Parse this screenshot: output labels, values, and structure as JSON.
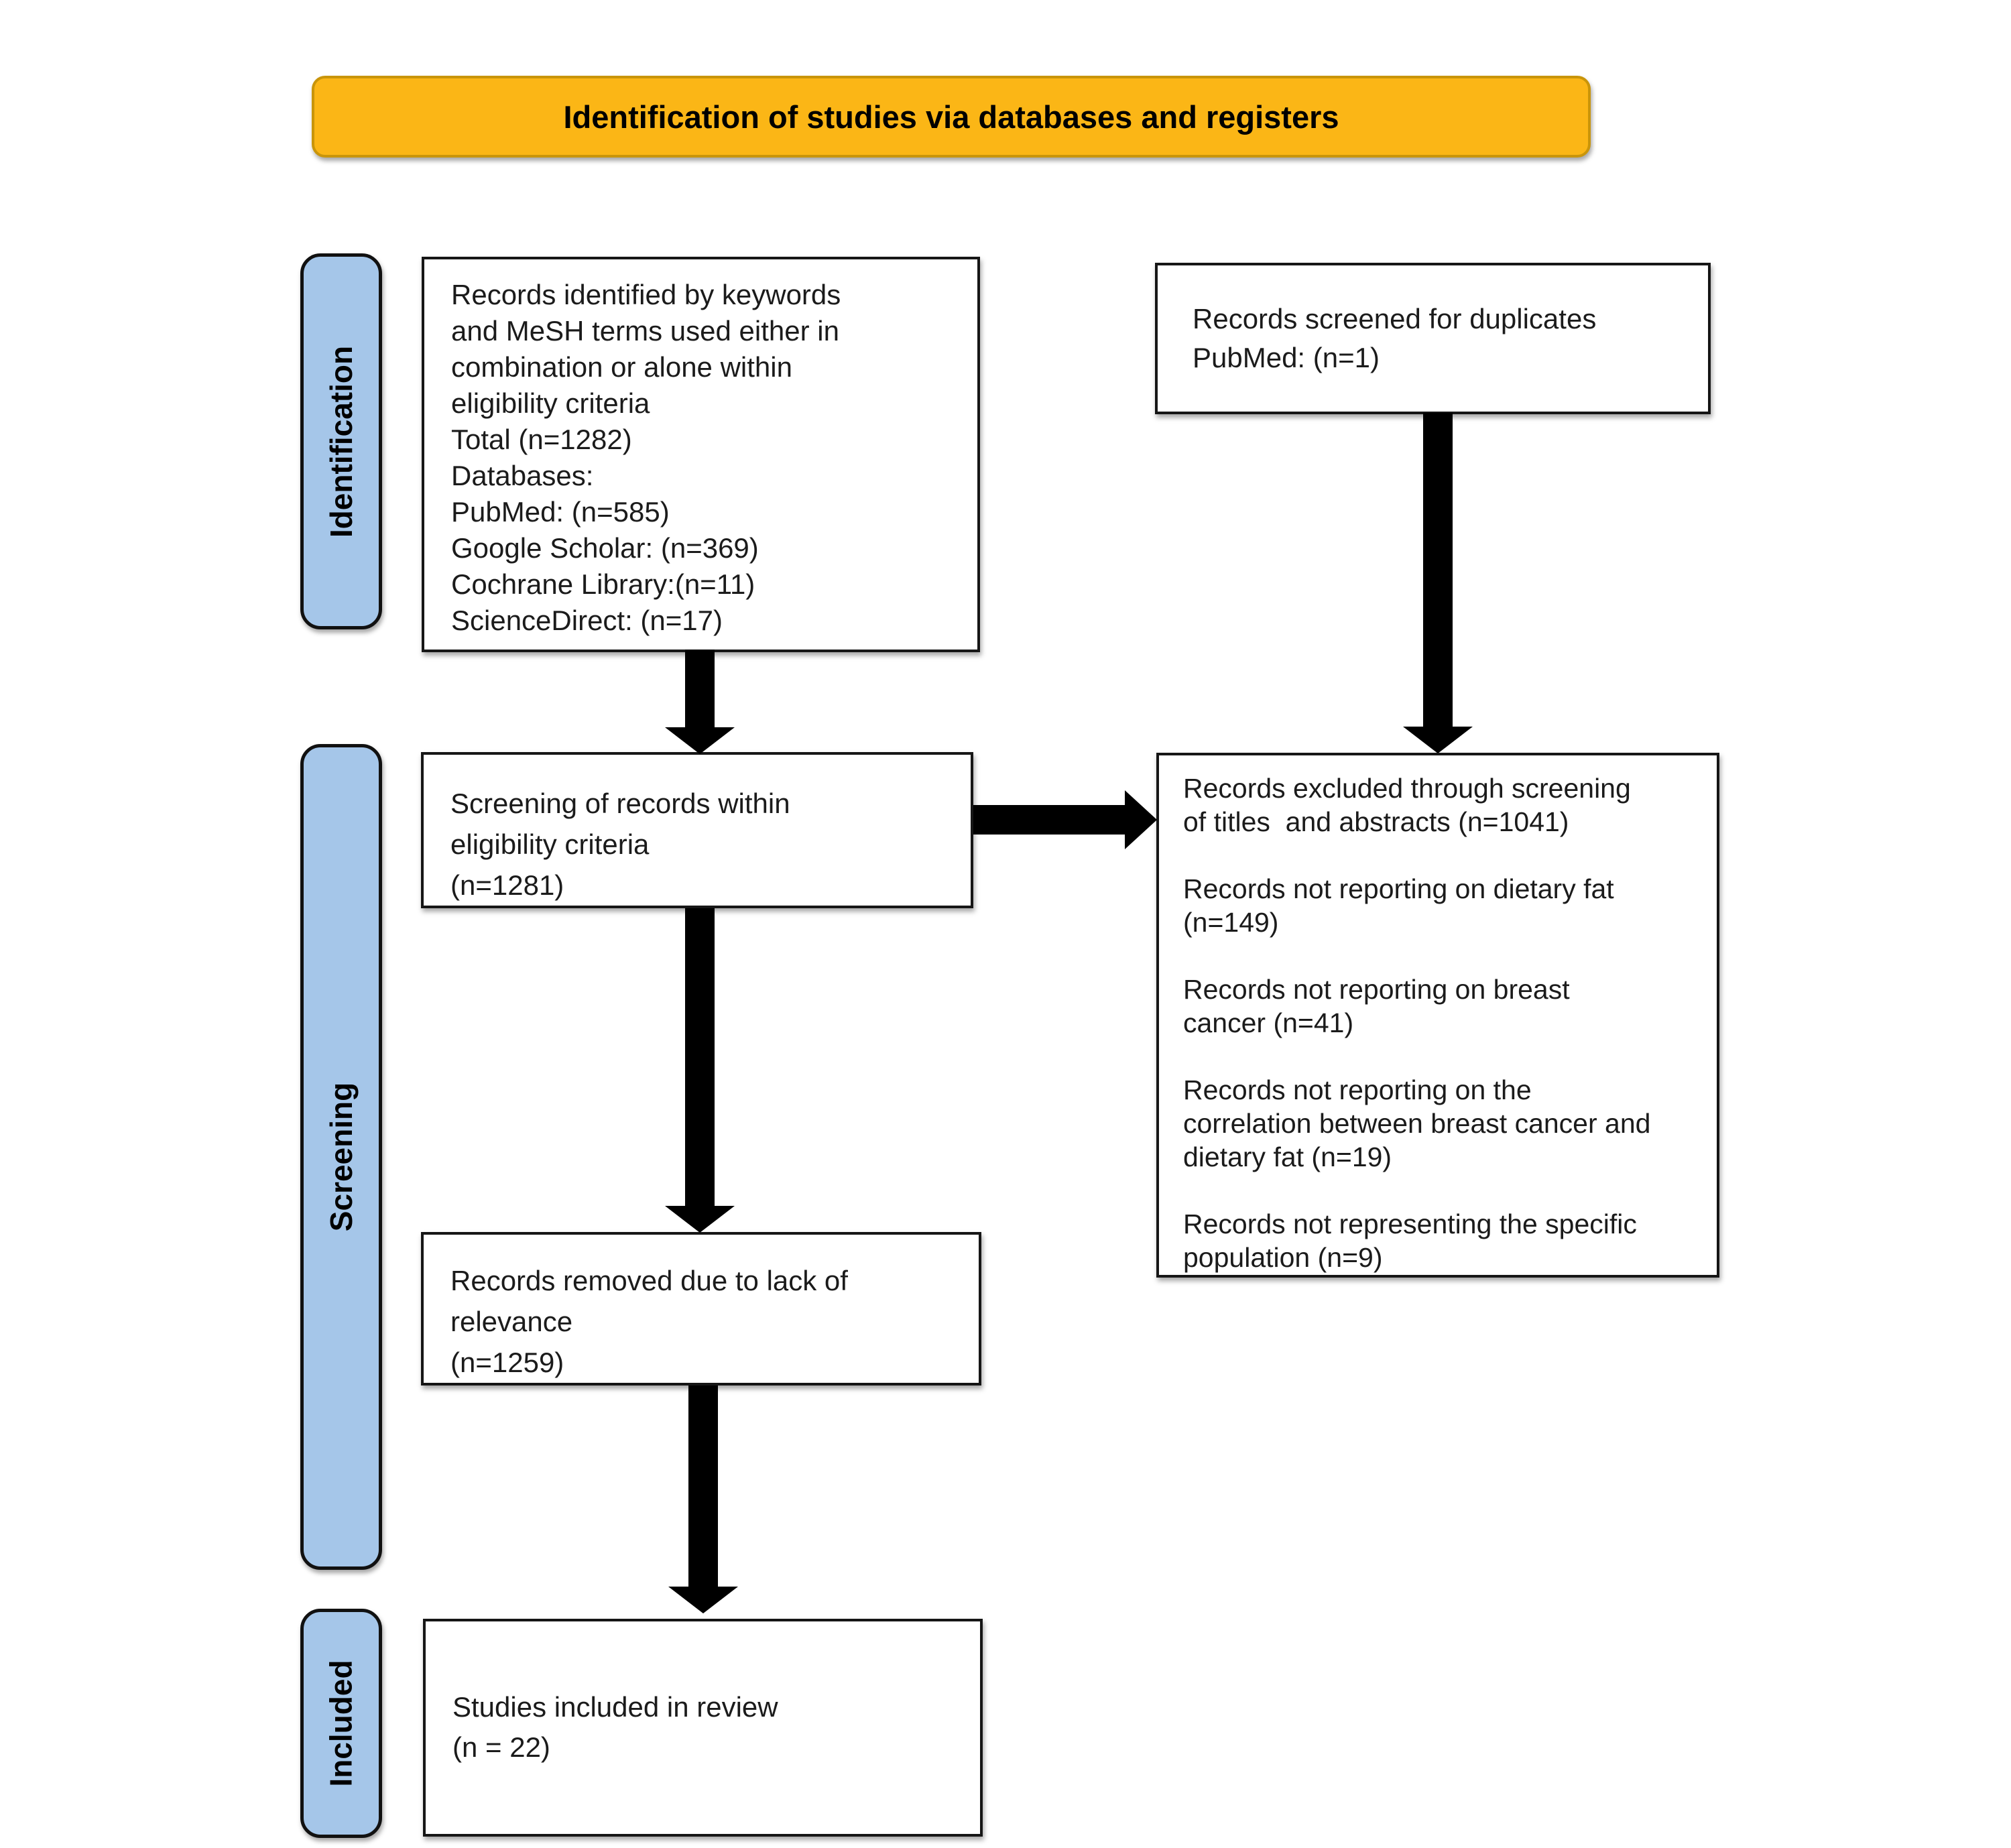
{
  "title": "Identification of studies via databases and registers",
  "stages": [
    {
      "label": "Identification"
    },
    {
      "label": "Screening"
    },
    {
      "label": "Included"
    }
  ],
  "boxes": {
    "identified": "Records identified by keywords\nand MeSH terms used either in\ncombination or alone within\neligibility criteria\nTotal (n=1282)\nDatabases:\nPubMed: (n=585)\nGoogle Scholar: (n=369)\nCochrane Library:(n=11)\nScienceDirect: (n=17)",
    "duplicates": "Records screened for duplicates\nPubMed: (n=1)",
    "screening": "Screening of records within\neligibility criteria\n(n=1281)",
    "excluded": "Records excluded through screening\nof titles  and abstracts (n=1041)\n\nRecords not reporting on dietary fat\n(n=149)\n\nRecords not reporting on breast\ncancer (n=41)\n\nRecords not reporting on the\ncorrelation between breast cancer and\ndietary fat (n=19)\n\nRecords not representing the specific\npopulation (n=9)",
    "removed": "Records removed due to lack of\nrelevance\n(n=1259)",
    "included": "Studies included in review\n(n = 22)"
  },
  "colors": {
    "title_bg": "#FBB616",
    "title_border": "#C9950A",
    "stage_bg": "#A5C6E9",
    "stage_border": "#111111",
    "box_bg": "#FFFFFF",
    "box_border": "#161616",
    "arrow": "#000000",
    "text": "#1B1B1B"
  }
}
